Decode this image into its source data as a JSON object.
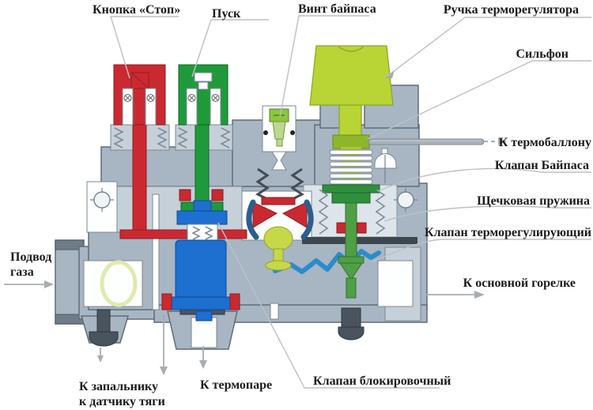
{
  "diagram": {
    "callouts": {
      "stop_button": "Кнопка «Стоп»",
      "start_button": "Пуск",
      "bypass_screw": "Винт байпаса",
      "thermostat_handle": "Ручка терморегулятора",
      "bellows": "Сильфон",
      "to_thermobulb": "К термобаллону",
      "bypass_valve": "Клапан Байпаса",
      "cheek_spring": "Щечковая пружина",
      "thermoregulating_valve": "Клапан терморегулирующий",
      "gas_inlet_line1": "Подвод",
      "gas_inlet_line2": "газа",
      "to_main_burner": "К основной горелке",
      "to_igniter_line1": "К запальнику",
      "to_igniter_line2": "к датчику тяги",
      "to_thermocouple": "К термопаре",
      "blocking_valve": "Клапан блокировочный"
    },
    "colors": {
      "background": "#ffffff",
      "valve_body": "#a8b5c3",
      "stop_button": "#cb2931",
      "start_button": "#1f9a3a",
      "thermostat_handle": "#b8d435",
      "bypass_screw": "#8cc63f",
      "blocking_valve": "#1d6fd0",
      "thermoregulating_valve": "#4f9f45",
      "pilot_pipe": "#2a8ccc",
      "leader_line": "#bcc1c5",
      "label_text": "#1b1b1b"
    }
  }
}
